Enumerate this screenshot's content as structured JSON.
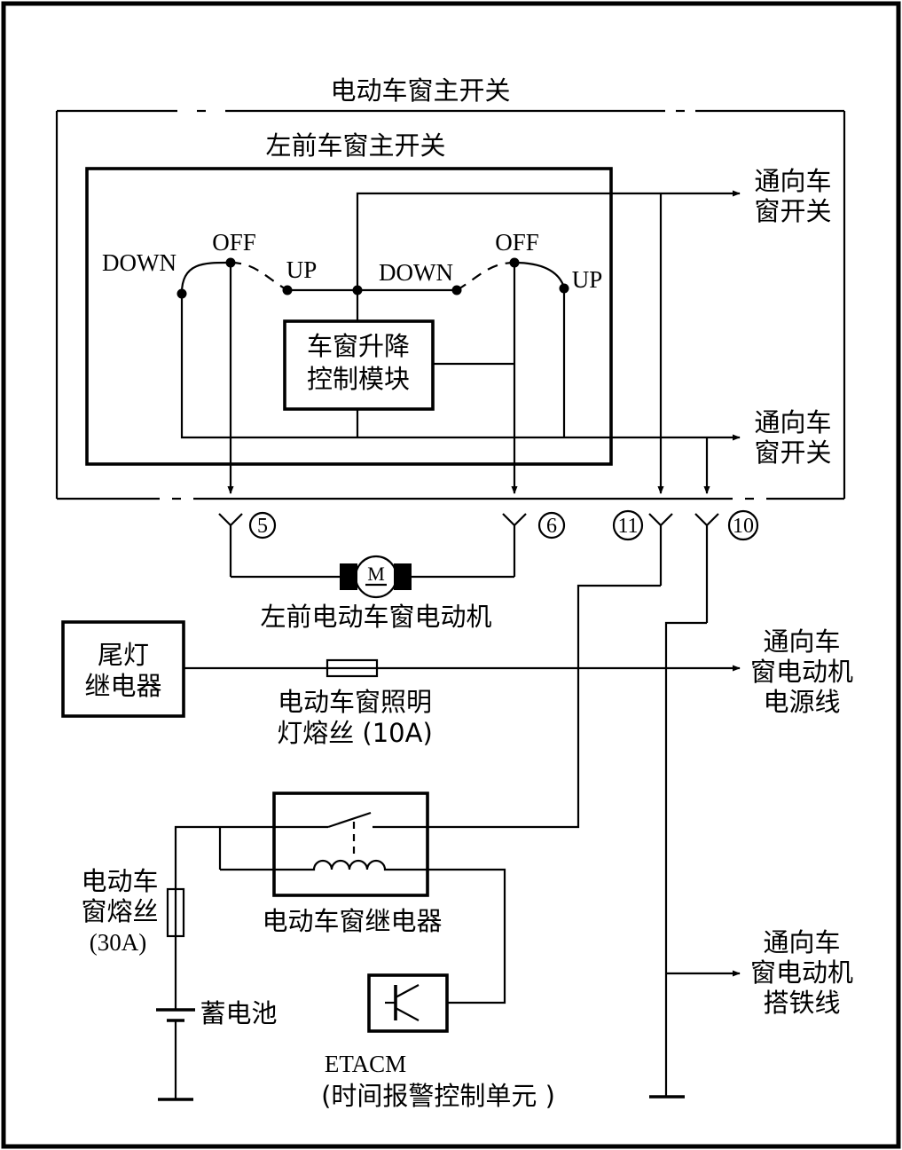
{
  "labels": {
    "main_switch_title": "电动车窗主开关",
    "left_front_switch_title": "左前车窗主开关",
    "to_window_switch_top_1": "通向车",
    "to_window_switch_top_2": "窗开关",
    "to_window_switch_mid_1": "通向车",
    "to_window_switch_mid_2": "窗开关",
    "left_switch_down": "DOWN",
    "left_switch_off": "OFF",
    "left_switch_up": "UP",
    "right_switch_down": "DOWN",
    "right_switch_off": "OFF",
    "right_switch_up": "UP",
    "control_module_1": "车窗升降",
    "control_module_2": "控制模块",
    "connector_5": "5",
    "connector_6": "6",
    "connector_11": "11",
    "connector_10": "10",
    "motor_symbol": "M",
    "motor_label": "左前电动车窗电动机",
    "tail_relay_1": "尾灯",
    "tail_relay_2": "继电器",
    "lamp_fuse_1": "电动车窗照明",
    "lamp_fuse_2": "灯熔丝 (10A)",
    "to_motor_power_1": "通向车",
    "to_motor_power_2": "窗电动机",
    "to_motor_power_3": "电源线",
    "window_fuse_1": "电动车",
    "window_fuse_2": "窗熔丝",
    "window_fuse_3": "(30A)",
    "window_relay_label": "电动车窗继电器",
    "battery_label": "蓄电池",
    "to_motor_ground_1": "通向车",
    "to_motor_ground_2": "窗电动机",
    "to_motor_ground_3": "搭铁线",
    "etacm_1": "ETACM",
    "etacm_2": "(时间报警控制单元 )"
  }
}
